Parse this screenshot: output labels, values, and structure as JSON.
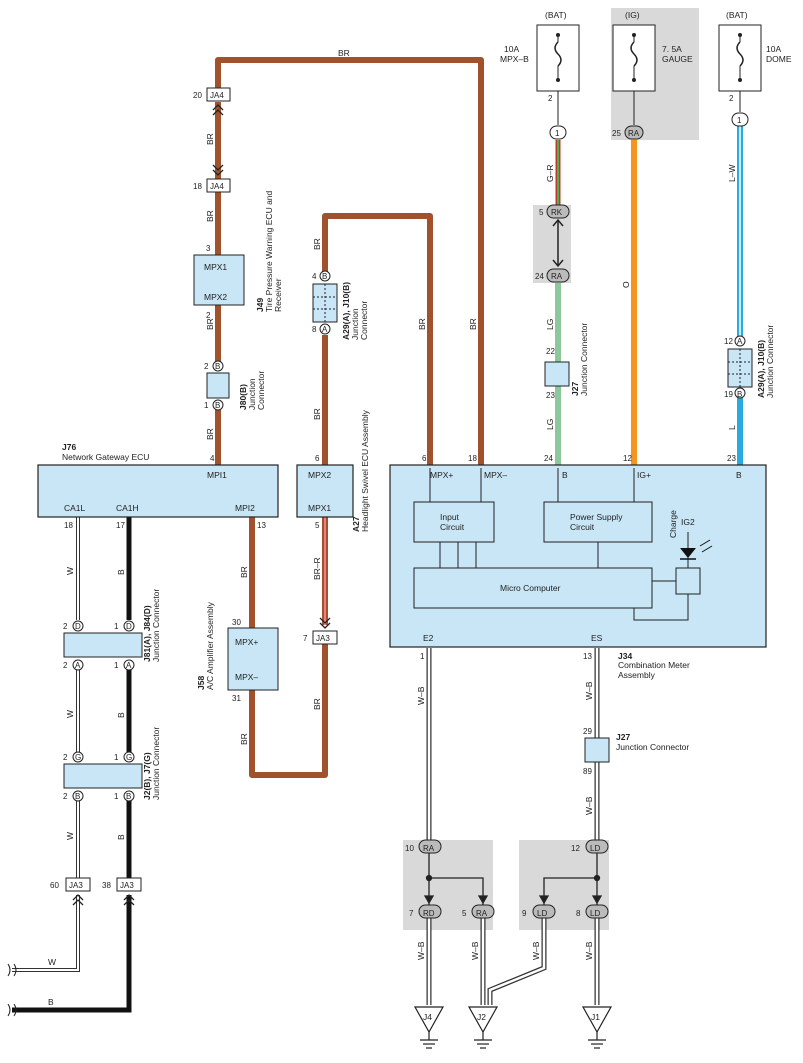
{
  "colors": {
    "brown": "#a0522d",
    "orange": "#f7941d",
    "light_blue": "#29abe2",
    "light_green": "#8dc89b",
    "ecu_fill": "#c8e6f5",
    "gray_shade": "#d9d9d9"
  },
  "power": {
    "bat1": "(BAT)",
    "ig": "(IG)",
    "bat2": "(BAT)",
    "fuse1": "10A",
    "fuse1_name": "MPX–B",
    "fuse2": "7. 5A",
    "fuse2_name": "GAUGE",
    "fuse3": "10A",
    "fuse3_name": "DOME"
  },
  "wires": {
    "br": "BR",
    "w": "W",
    "b": "B",
    "gr": "G–R",
    "lg": "LG",
    "o": "O",
    "lw": "L–W",
    "l": "L",
    "brr": "BR–R",
    "wb": "W–B"
  },
  "connectors": {
    "ja4": "JA4",
    "ja3": "JA3",
    "ra": "RA",
    "rk": "RK",
    "rd": "RD",
    "ld": "LD",
    "one": "1",
    "a": "A",
    "b": "B",
    "d": "D",
    "g": "G"
  },
  "pins": {
    "p20": "20",
    "p18": "18",
    "p3": "3",
    "p2": "2",
    "p1": "1",
    "p4": "4",
    "p8": "8",
    "p6": "6",
    "p5": "5",
    "p7": "7",
    "p13": "13",
    "p17": "17",
    "p30": "30",
    "p31": "31",
    "p25": "25",
    "p24": "24",
    "p22": "22",
    "p23": "23",
    "p12": "12",
    "p19": "19",
    "p29": "29",
    "p89": "89",
    "p10": "10",
    "p9": "9",
    "p60": "60",
    "p38": "38"
  },
  "components": {
    "j76_id": "J76",
    "j76_name": "Network Gateway ECU",
    "mpi1": "MPI1",
    "mpi2": "MPI2",
    "ca1l": "CA1L",
    "ca1h": "CA1H",
    "j49_id": "J49",
    "j49_name": "Tire Pressure Warning ECU and",
    "j49_name2": "Receiver",
    "mpx1": "MPX1",
    "mpx2": "MPX2",
    "mpxp": "MPX+",
    "mpxm": "MPX–",
    "j80_id": "J80(B)",
    "jc": "Junction",
    "jc2": "Connector",
    "jconn": "Junction Connector",
    "a29_id": "A29(A), J10(B)",
    "a27_id": "A27",
    "a27_name": "Headlight Swivel ECU Assembly",
    "j58_id": "J58",
    "j58_name": "A/C Amplifier Assembly",
    "j81_id": "J81(A), J84(D)",
    "j2_id": "J2(B), J7(G)",
    "j27_id": "J27",
    "j34_id": "J34",
    "j34_name": "Combination Meter",
    "j34_name2": "Assembly",
    "b": "B",
    "igp": "IG+",
    "e2": "E2",
    "es": "ES",
    "ig2": "IG2",
    "charge": "Charge",
    "input_circuit": "Input",
    "input_circuit2": "Circuit",
    "psc": "Power Supply",
    "psc2": "Circuit",
    "micro": "Micro Computer",
    "j4": "J4",
    "j2": "J2",
    "j1": "J1"
  }
}
